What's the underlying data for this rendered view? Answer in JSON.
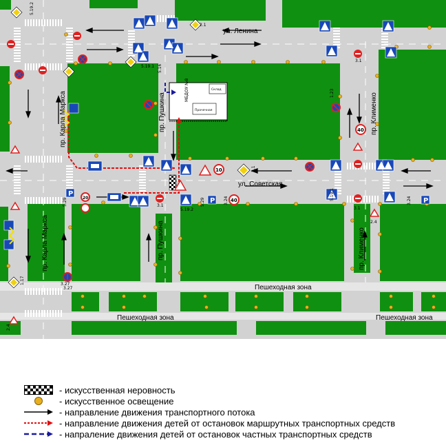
{
  "streets": {
    "lenina": "ул. Ленина",
    "sovetskaya": "ул. Советская",
    "karla_marksa_top": "пр. Карла Маркса",
    "karla_marksa_bottom": "пр. Карла Маркса",
    "pushkina_top": "пр. Пушкина",
    "pushkina_bottom": "пр. Пушкина",
    "klimenko_top": "пр. Клименко",
    "klimenko_bottom": "пр. Клименко",
    "pedestrian_zone_right": "Пешеходная зона",
    "pedestrian_zone_left": "Пешеходная зона"
  },
  "school": {
    "name": "МБДОУ №8",
    "label_warehouse": "Склад",
    "label_laundry": "Прачечная"
  },
  "sign_codes": {
    "s_5_19_1_a": "5.19.1",
    "s_5_19_2_a": "5.19.2",
    "s_2_1_a": "2.1",
    "s_3_1_a": "3.1",
    "s_3_27_a": "3.27",
    "s_1_23_a": "1.23",
    "s_5_29_a": "5.29",
    "s_3_24_a": "3.24",
    "s_1_17": "1.17",
    "s_2_4_a": "2.4",
    "s_5_16": "5.16",
    "s_5_19_1_b": "5.19.1",
    "s_3_1_b": "3.1",
    "s_3_27_b": "3.27",
    "s_5_29_b": "5.29",
    "s_3_24_b": "3.24",
    "s_2_4_b": "2.4",
    "s_3_1_c": "3.1",
    "s_2_1_b": "2.1",
    "s_5_19_2_b": "5.19.2",
    "speed_40_a": "40",
    "speed_40_b": "40",
    "speed_10": "10",
    "speed_20": "20",
    "parking": "P"
  },
  "legend": {
    "speed_bump": "- искусственная неровность",
    "lighting": "- искусственное освещение",
    "traffic_direction": "- направление движения транспортного потока",
    "children_route_public": "- направление движения детей от остановок маршрутных транспортных средств",
    "children_route_private": "- напраление движения детей от остановок частных транспортных средств"
  },
  "colors": {
    "grass": "#109010",
    "road": "#d2d2d2",
    "building": "#ffffff",
    "route_public": "#e01010",
    "route_private": "#1a1aa0",
    "lamp": "#e8b020",
    "sign_blue": "#1848b8",
    "sign_red": "#e02020"
  }
}
